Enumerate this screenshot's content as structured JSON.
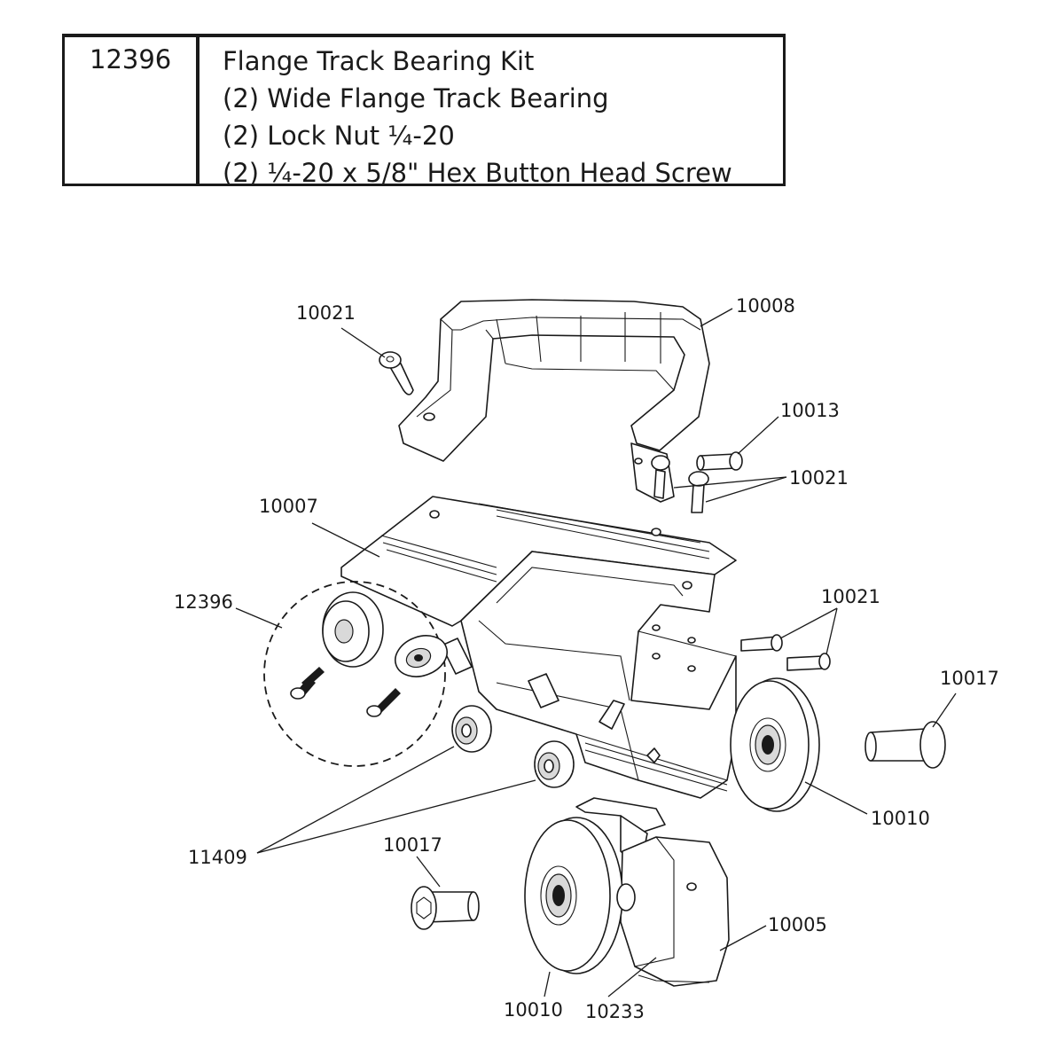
{
  "kit_table": {
    "part_number": "12396",
    "lines": [
      "Flange Track Bearing Kit",
      "(2) Wide Flange Track Bearing",
      "(2) Lock Nut ¼-20",
      "(2) ¼-20 x 5/8\" Hex Button Head Screw"
    ]
  },
  "callouts": {
    "handle_screw_left": "10021",
    "handle": "10008",
    "screw_10013": "10013",
    "screws_right_upper": "10021",
    "top_plate": "10007",
    "bearing_kit": "12396",
    "screws_mid_right": "10021",
    "axle_right": "10017",
    "wheel_right": "10010",
    "bearings": "11409",
    "axle_left": "10017",
    "side_cover": "10005",
    "wheel_bottom": "10010",
    "cover_plate": "10233"
  }
}
